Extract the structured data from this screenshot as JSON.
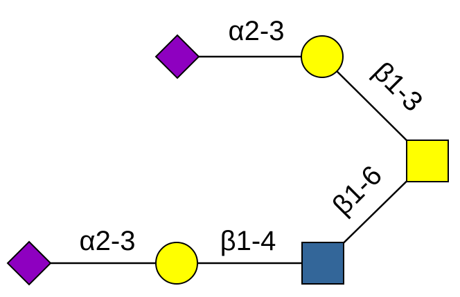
{
  "glycan": {
    "linkages": {
      "top_sialic": "α2-3",
      "gal_to_galnac": "β1-3",
      "glcnac_to_galnac": "β1-6",
      "gal_to_glcnac": "β1-4",
      "bottom_sialic": "α2-3"
    },
    "colors": {
      "neu5ac": "#8E00C0",
      "gal": "#FFFF00",
      "galnac": "#FFFF00",
      "glcnac": "#336699",
      "stroke": "#000000"
    }
  }
}
